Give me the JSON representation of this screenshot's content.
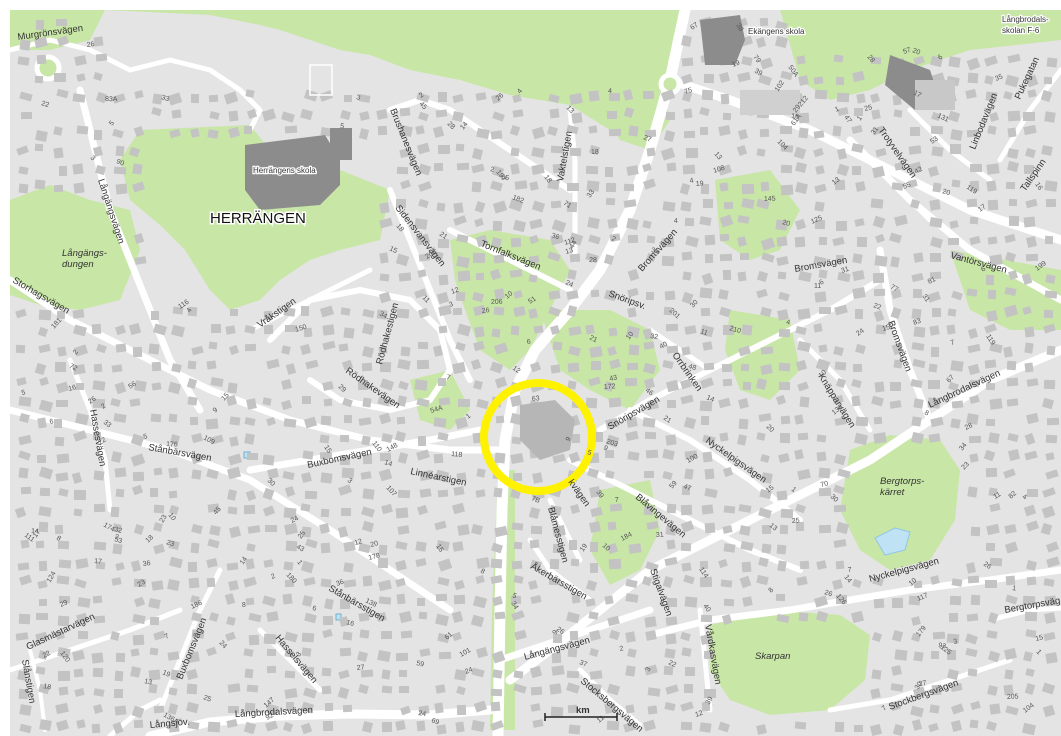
{
  "map": {
    "district_label": "HERRÄNGEN",
    "scale_label": "km",
    "colors": {
      "background": "#e4e4e4",
      "park": "#c8e6a6",
      "park_dark": "#b5dc8e",
      "road": "#ffffff",
      "building": "#c3c3c3",
      "school": "#8c8c8c",
      "water": "#bfe3f5",
      "highlight": "#fff200"
    },
    "schools": [
      {
        "id": "herrangen",
        "label": "Herrängens skola"
      },
      {
        "id": "ekangen",
        "label": "Ekängens skola"
      },
      {
        "id": "langbro",
        "label": "Långbrodals-\nskolan F-6"
      }
    ],
    "parks": [
      {
        "id": "langangsdungen",
        "label": "Långängs-\ndungen"
      },
      {
        "id": "bergtorpskarret",
        "label": "Bergtorps-\nkärret"
      },
      {
        "id": "skarpan",
        "label": "Skarpan"
      }
    ],
    "streets": [
      {
        "id": "murgronsvagen",
        "label": "Murgrönsvägen"
      },
      {
        "id": "brushanesvagen",
        "label": "Brushanesvägen"
      },
      {
        "id": "vaktelstigen",
        "label": "Vaktelstigen"
      },
      {
        "id": "sidensvansvagen",
        "label": "Sidensvansvägen"
      },
      {
        "id": "tornfalksvagen",
        "label": "Tornfalksvägen"
      },
      {
        "id": "langangsvagen-n",
        "label": "Långängsvägen"
      },
      {
        "id": "storhagsvagen",
        "label": "Storhagsvägen"
      },
      {
        "id": "vrakstigen",
        "label": "Vråkstigen"
      },
      {
        "id": "rodhakestigen",
        "label": "Rödhakestigen"
      },
      {
        "id": "rodhakevagen",
        "label": "Rödhakevägen"
      },
      {
        "id": "snoripsv",
        "label": "Snöripsv."
      },
      {
        "id": "bromsvagen-a",
        "label": "Bromsvägen"
      },
      {
        "id": "bromsvagen-b",
        "label": "Bromsvägen"
      },
      {
        "id": "bromsvagen-c",
        "label": "Bromsvägen"
      },
      {
        "id": "orrbrinken",
        "label": "Orrbrinken"
      },
      {
        "id": "snoripsvagen",
        "label": "Snöripsvägen"
      },
      {
        "id": "hassesvagen",
        "label": "Hassesvägen"
      },
      {
        "id": "stanbarsvagen",
        "label": "Stånbärsvägen"
      },
      {
        "id": "buxbomsvagen-n",
        "label": "Buxbomsvägen"
      },
      {
        "id": "linnearstigen",
        "label": "Linnéarstigen"
      },
      {
        "id": "nyckelpigsvagen-n",
        "label": "Nyckelpigsvägen"
      },
      {
        "id": "knapparvagen",
        "label": "Knäpparvägen"
      },
      {
        "id": "langbrodalsvagen-ne",
        "label": "Långbrodalsvägen"
      },
      {
        "id": "vantorsvagen",
        "label": "Vantörsvägen"
      },
      {
        "id": "trotyvelvagen",
        "label": "Trotyvelvägen"
      },
      {
        "id": "linbodavagen",
        "label": "Linbodavägen"
      },
      {
        "id": "pukegatan",
        "label": "Pukegatan"
      },
      {
        "id": "tallspinnarvagen",
        "label": "Tallspinn"
      },
      {
        "id": "stanbarsstigen",
        "label": "Stånbärsstigen"
      },
      {
        "id": "blavingevagen",
        "label": "Blåvingevägen"
      },
      {
        "id": "blamesstigen",
        "label": "Blåmesstigen"
      },
      {
        "id": "akerbarsstigen",
        "label": "Åkerbärsstigen"
      },
      {
        "id": "stigalvagen",
        "label": "Stigalvägen"
      },
      {
        "id": "nyckelpigsvagen-s",
        "label": "Nyckelpigsvägen"
      },
      {
        "id": "langangsvagen-s",
        "label": "Långängsvägen"
      },
      {
        "id": "vardkasvagen",
        "label": "Vårdkasvägen"
      },
      {
        "id": "hasselsvagen",
        "label": "Hasselsvägen"
      },
      {
        "id": "buxbomsvagen-s",
        "label": "Buxbomsvägen"
      },
      {
        "id": "glasmastarvagen",
        "label": "Glasmästarvägen"
      },
      {
        "id": "slanstigen",
        "label": "Slånstigen"
      },
      {
        "id": "langsjovagen",
        "label": "Långsjöv."
      },
      {
        "id": "langbrodalsvagen-s",
        "label": "Långbrodalsvägen"
      },
      {
        "id": "stocksbergsvagen",
        "label": "Stocksbergsvägen"
      },
      {
        "id": "stockbergsvagen",
        "label": "Stockbergsvägen"
      },
      {
        "id": "bergtorpsvagen",
        "label": "Bergtorpsväg"
      },
      {
        "id": "kvagen",
        "label": "kvägen"
      }
    ],
    "house_numbers": [
      "20",
      "13",
      "21",
      "17",
      "19",
      "15",
      "5",
      "4",
      "3",
      "7",
      "43",
      "39",
      "57",
      "59",
      "67",
      "53",
      "56",
      "36",
      "37",
      "31",
      "29",
      "5",
      "15",
      "12",
      "10",
      "23",
      "27",
      "26",
      "25",
      "29",
      "30",
      "24",
      "18",
      "14",
      "13",
      "11",
      "9",
      "17",
      "5",
      "3",
      "1",
      "4",
      "32",
      "14",
      "24",
      "22",
      "36",
      "25",
      "27",
      "29",
      "31",
      "33",
      "34",
      "26",
      "8",
      "6",
      "4",
      "2",
      "19",
      "20",
      "11",
      "13",
      "15",
      "7",
      "9",
      "10",
      "6",
      "3",
      "1",
      "150",
      "119",
      "148",
      "104",
      "14",
      "10",
      "8",
      "6",
      "4",
      "2",
      "1",
      "38",
      "40",
      "45",
      "47",
      "53",
      "55",
      "23",
      "33",
      "43",
      "35",
      "46",
      "48",
      "51",
      "39",
      "24",
      "18",
      "2",
      "107",
      "109",
      "111",
      "50A",
      "26",
      "44",
      "45",
      "101",
      "83A",
      "61A",
      "83",
      "77",
      "79",
      "75",
      "82",
      "90",
      "34",
      "32",
      "30",
      "28",
      "26",
      "24",
      "92",
      "102",
      "104",
      "100",
      "93",
      "81",
      "72",
      "70",
      "36",
      "40",
      "47",
      "42",
      "18",
      "108",
      "110",
      "112",
      "114",
      "116",
      "118",
      "117",
      "119",
      "120",
      "203",
      "205",
      "201",
      "199",
      "197",
      "206",
      "208",
      "210",
      "212",
      "124",
      "125",
      "126",
      "136A",
      "138",
      "147",
      "145",
      "133",
      "131",
      "125",
      "152",
      "54A",
      "16",
      "14",
      "20",
      "22",
      "24",
      "10",
      "8",
      "6",
      "12",
      "7",
      "3",
      "1",
      "2",
      "4",
      "26",
      "28",
      "30",
      "26",
      "31",
      "39",
      "33",
      "31",
      "26",
      "20",
      "28",
      "35",
      "22",
      "16",
      "18",
      "14",
      "12",
      "10",
      "8",
      "6",
      "4",
      "2",
      "3",
      "1",
      "5",
      "7",
      "9",
      "11",
      "13",
      "15",
      "17",
      "19",
      "28",
      "24",
      "22",
      "30",
      "34",
      "25",
      "23",
      "21",
      "15",
      "13",
      "11",
      "9",
      "7",
      "5",
      "3",
      "1",
      "186",
      "184",
      "182",
      "180",
      "178",
      "176",
      "174",
      "172",
      "181",
      "179",
      "71",
      "69",
      "67",
      "65",
      "63",
      "61",
      "59",
      "2",
      "4",
      "6",
      "8",
      "10",
      "12",
      "14",
      "16",
      "18",
      "20",
      "22",
      "7B",
      "2",
      "1",
      "3",
      "5",
      "7",
      "9",
      "11",
      "13",
      "15",
      "17",
      "19",
      "21",
      "23",
      "25",
      "27",
      "2",
      "16"
    ]
  }
}
